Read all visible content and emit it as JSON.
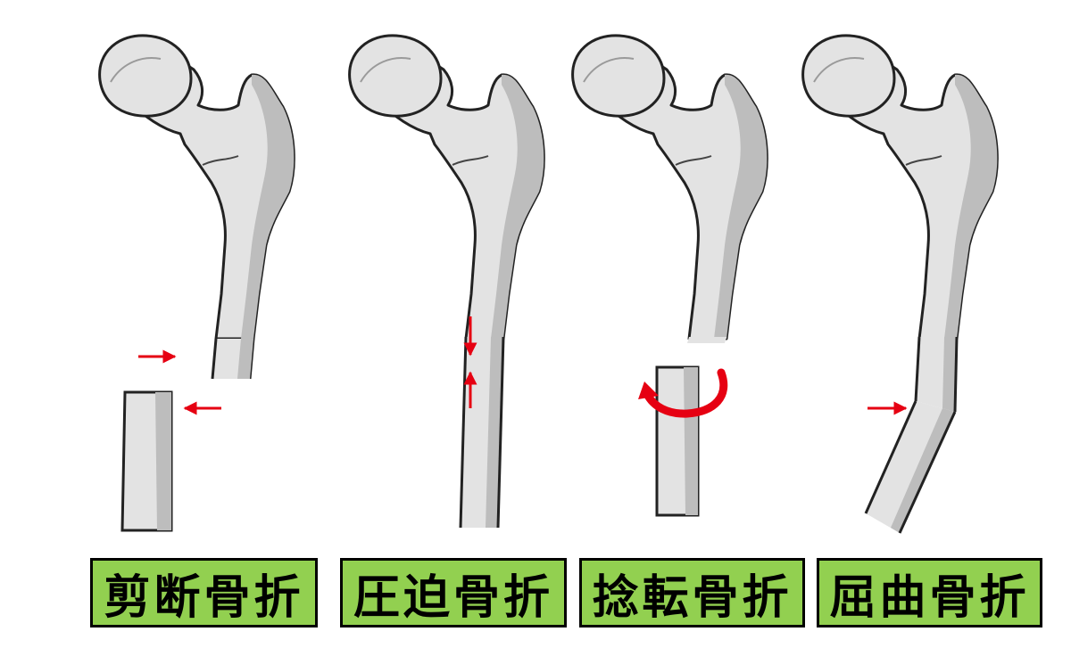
{
  "colors": {
    "bone_fill": "#e3e3e3",
    "bone_shade": "#bdbdbd",
    "bone_outline": "#222222",
    "arrow": "#e60012",
    "label_bg": "#92d050",
    "label_border": "#000000"
  },
  "panels": [
    {
      "id": "shear",
      "label": "剪断骨折",
      "icon": "opposing-horizontal-arrows-icon"
    },
    {
      "id": "compression",
      "label": "圧迫骨折",
      "icon": "opposing-vertical-arrows-icon"
    },
    {
      "id": "torsion",
      "label": "捻転骨折",
      "icon": "curved-rotation-arrow-icon"
    },
    {
      "id": "bending",
      "label": "屈曲骨折",
      "icon": "horizontal-arrow-icon"
    }
  ]
}
